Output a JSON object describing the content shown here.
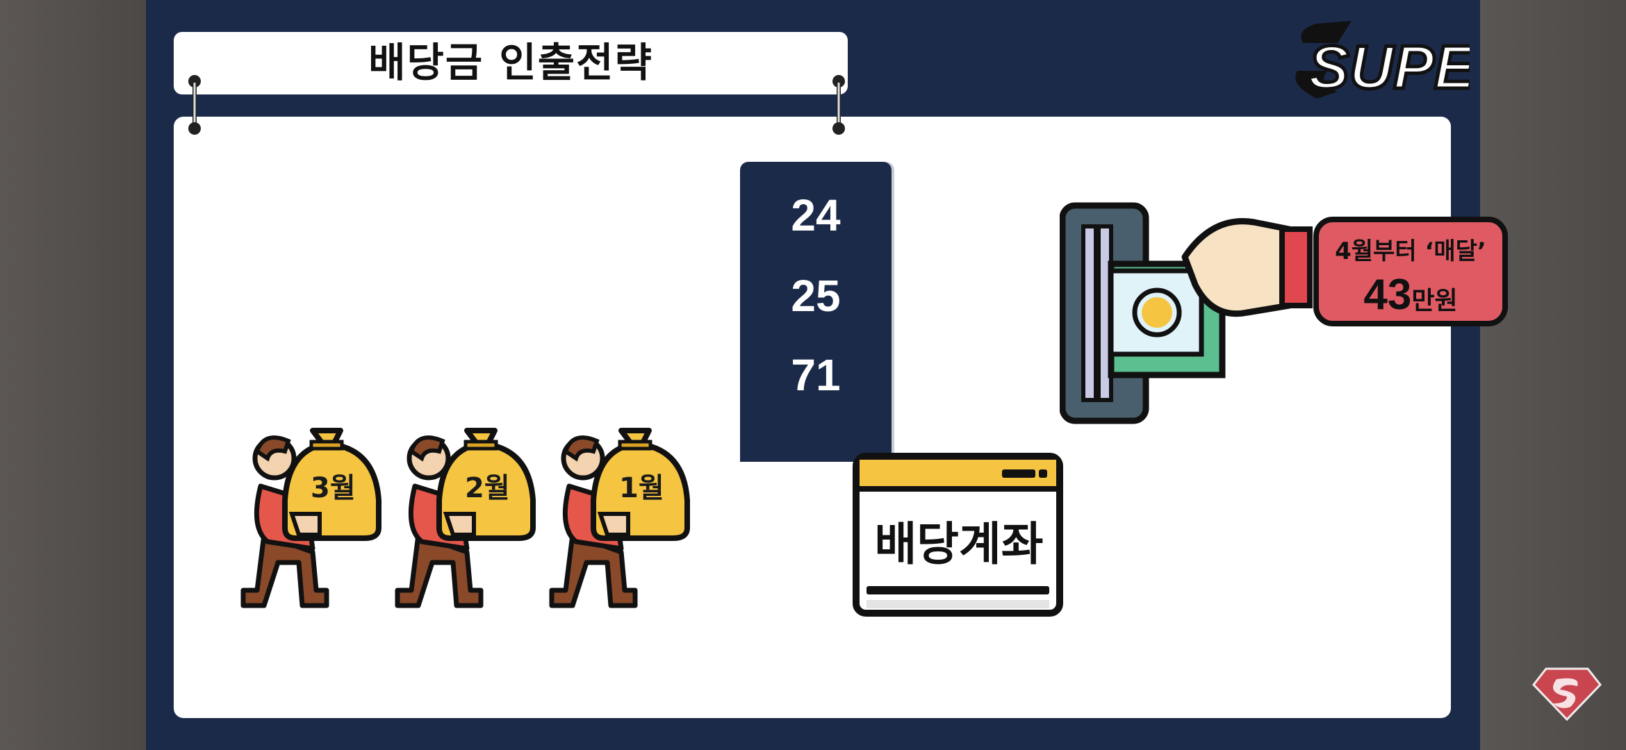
{
  "title": "배당금 인출전략",
  "logo_text": "SUPETV",
  "ticker_numbers": [
    "24",
    "25",
    "71"
  ],
  "account_label": "배당계좌",
  "months": [
    "3월",
    "2월",
    "1월"
  ],
  "bubble": {
    "line1": "4월부터 ‘매달’",
    "amount": "43",
    "unit": "만원"
  },
  "colors": {
    "navy": "#1c2a4a",
    "gold": "#f5c440",
    "red_shirt": "#e4574a",
    "brown_pants": "#8a4a2a",
    "bubble_red": "#e05a63",
    "money_green": "#5cbf8f"
  },
  "icons": [
    "superman-shield-icon",
    "atm-slot-icon",
    "hand-cash-icon",
    "money-bag-icon"
  ]
}
